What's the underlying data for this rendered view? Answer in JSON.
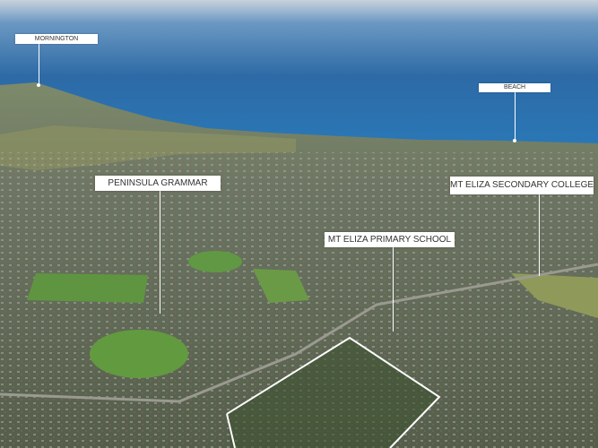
{
  "labels": {
    "mornington": "MORNINGTON",
    "beach": "BEACH",
    "peninsula_grammar": "PENINSULA GRAMMAR",
    "secondary_college": "MT ELIZA SECONDARY COLLEGE",
    "primary_school": "MT ELIZA PRIMARY SCHOOL"
  },
  "colors": {
    "sky": "#c9d3dd",
    "sea": "#2f6fa8",
    "land": "#5f6e58",
    "label_bg": "#ffffff",
    "boundary": "#ffffff"
  }
}
